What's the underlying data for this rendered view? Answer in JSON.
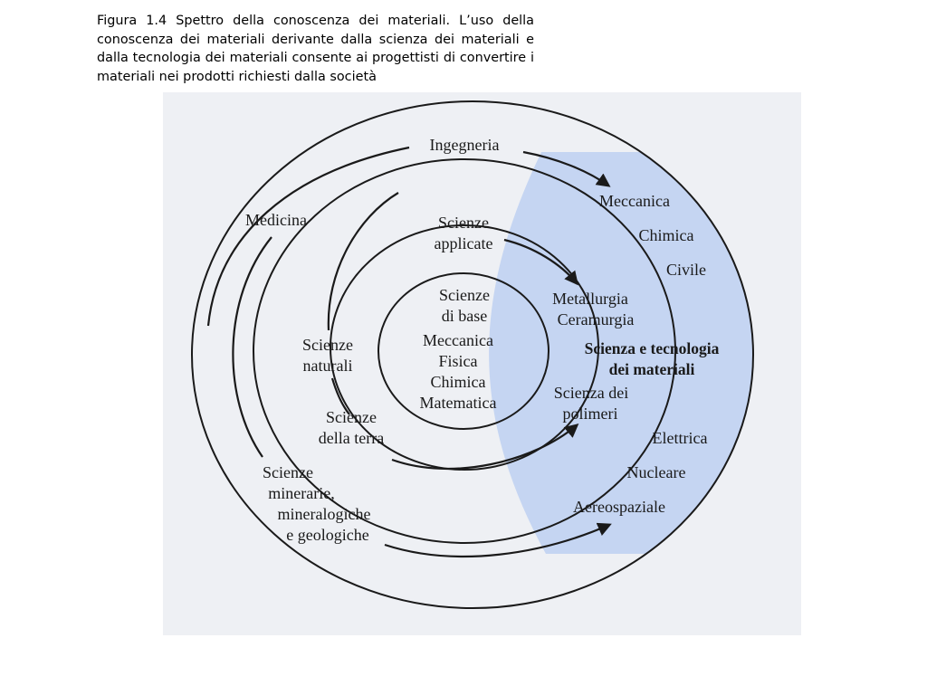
{
  "caption": "Figura 1.4 Spettro della conoscenza dei materiali. L’uso della conoscenza dei materiali derivante dalla scienza dei materiali e dalla tecnologia dei materiali consente ai progettisti di convertire i materiali nei prodotti richiesti dalla società",
  "colors": {
    "highlight": "#c5d5f2",
    "ring": "#1a1a1a",
    "photo_tint": "#eef0f4"
  },
  "inner_circle": {
    "title_line1": "Scienze",
    "title_line2": "di base",
    "items": [
      "Meccanica",
      "Fisica",
      "Chimica",
      "Matematica"
    ]
  },
  "middle_ring": {
    "top_line1": "Scienze",
    "top_line2": "applicate",
    "left_line1": "Scienze",
    "left_line2": "naturali",
    "bottom_left_line1": "Scienze",
    "bottom_left_line2": "della terra",
    "metallurgia": "Metallurgia",
    "ceramurgia": "Ceramurgia",
    "polimeri_line1": "Scienza dei",
    "polimeri_line2": "polimeri"
  },
  "center_band": {
    "line1": "Scienza e tecnologia",
    "line2": "dei materiali"
  },
  "outer_ring": {
    "top": "Ingegneria",
    "left": "Medicina",
    "mineral_line1": "Scienze",
    "mineral_line2": "minerarie,",
    "mineral_line3": "mineralogiche",
    "mineral_line4": "e geologiche",
    "engineering_fields_top": [
      "Meccanica",
      "Chimica",
      "Civile"
    ],
    "engineering_fields_bottom": [
      "Elettrica",
      "Nucleare",
      "Aereospaziale"
    ]
  }
}
